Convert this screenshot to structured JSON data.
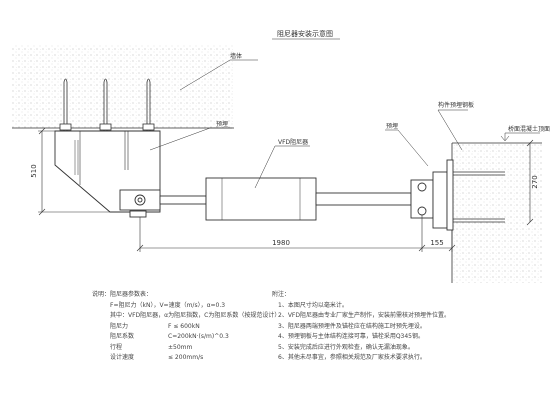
{
  "drawing": {
    "title": "阻尼器安装示意图",
    "labels": {
      "wall": "墙体",
      "left_support": "预埋",
      "damper": "VFD阻尼器",
      "right_support": "预埋",
      "anchor_plate": "构件预埋钢板",
      "bridge_level": "桥面混凝土顶面"
    },
    "dimensions": {
      "left_vertical": "510",
      "right_vertical": "270",
      "span": "1980",
      "end_offset": "155"
    }
  },
  "notes_left": {
    "heading": "说明：阻尼器参数表：",
    "lines": [
      "F=阻尼力（kN），V=速度（m/s），α=0.3",
      "其中：VFD阻尼器，α为阻尼指数，C为阻尼系数（按规范设计）",
      "阻尼力",
      "阻尼系数",
      "行程",
      "设计速度"
    ],
    "values": [
      "F ≤ 600kN",
      "C=200kN·(s/m)^0.3",
      "±50mm",
      "≤ 200mm/s"
    ]
  },
  "notes_right": {
    "heading": "附注：",
    "lines": [
      "1、本图尺寸均以毫米计。",
      "2、VFD阻尼器由专业厂家生产制作，安装前需核对预埋件位置。",
      "3、阻尼器两端预埋件及锚栓应在结构施工时预先埋设。",
      "4、预埋钢板与主体结构连接可靠，锚栓采用Q345钢。",
      "5、安装完成后应进行外观检查，确认无漏油现象。",
      "6、其他未尽事宜，参照相关规范及厂家技术要求执行。"
    ]
  }
}
